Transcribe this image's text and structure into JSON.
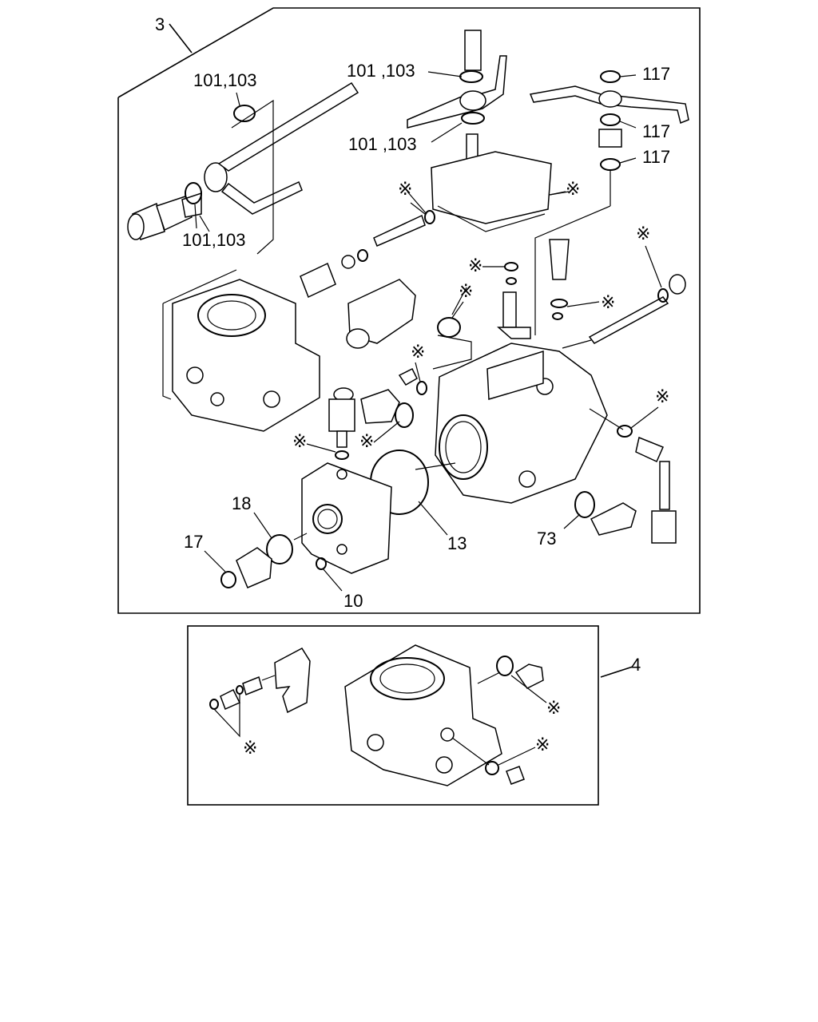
{
  "callouts": {
    "c3": "3",
    "c4": "4",
    "c101a": "101,103",
    "c101b": "101 ,103",
    "c101c": "101 ,103",
    "c101d": "101,103",
    "c117a": "117",
    "c117b": "117",
    "c117c": "117",
    "c18": "18",
    "c17": "17",
    "c10": "10",
    "c13": "13",
    "c73": "73"
  },
  "marker_symbol": "※"
}
